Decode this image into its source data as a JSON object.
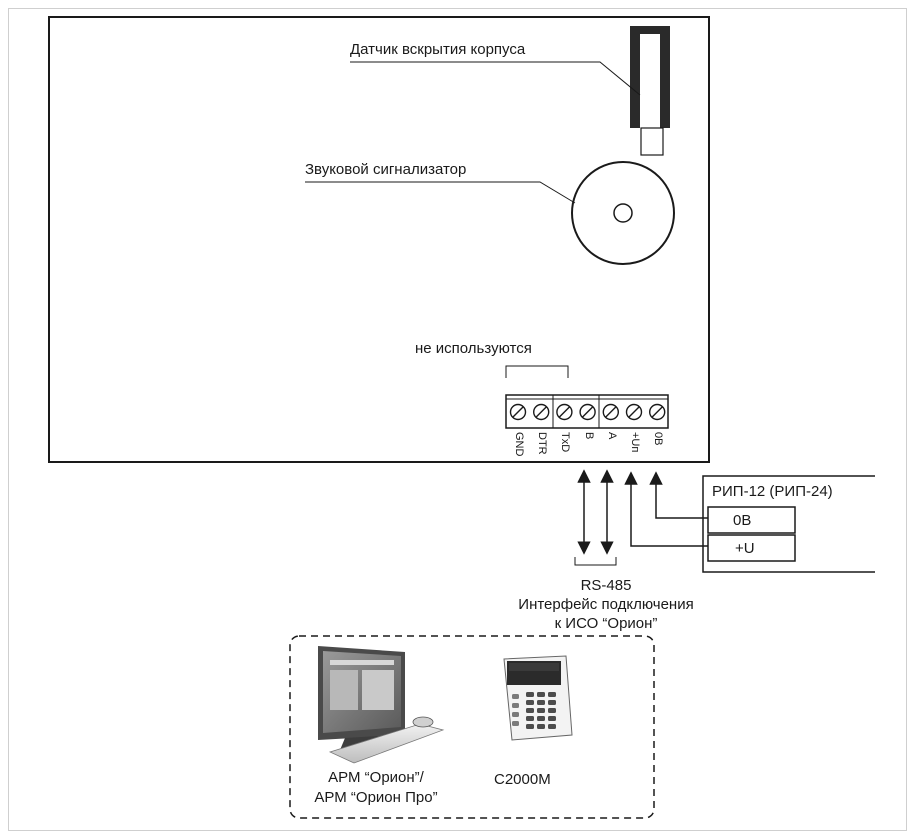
{
  "labels": {
    "tamper": "Датчик вскрытия корпуса",
    "buzzer": "Звуковой сигнализатор",
    "unused": "не используются",
    "rs485_line1": "RS-485",
    "rs485_line2": "Интерфейс подключения",
    "rs485_line3": "к ИСО “Орион”",
    "arm_line1": "АРМ “Орион”/",
    "arm_line2": "АРМ “Орион Про”",
    "c2000m": "С2000М"
  },
  "terminals": [
    "GND",
    "DTR",
    "TxD",
    "B",
    "A",
    "+Uп",
    "0B"
  ],
  "psu": {
    "title": "РИП-12 (РИП-24)",
    "out_0v": "0В",
    "out_u": "+U"
  },
  "icons": {
    "pc": "computer-workstation-icon",
    "keypad": "keypad-c2000m-icon"
  },
  "colors": {
    "line": "#1a1a1a",
    "frame": "#cfcfcf"
  }
}
